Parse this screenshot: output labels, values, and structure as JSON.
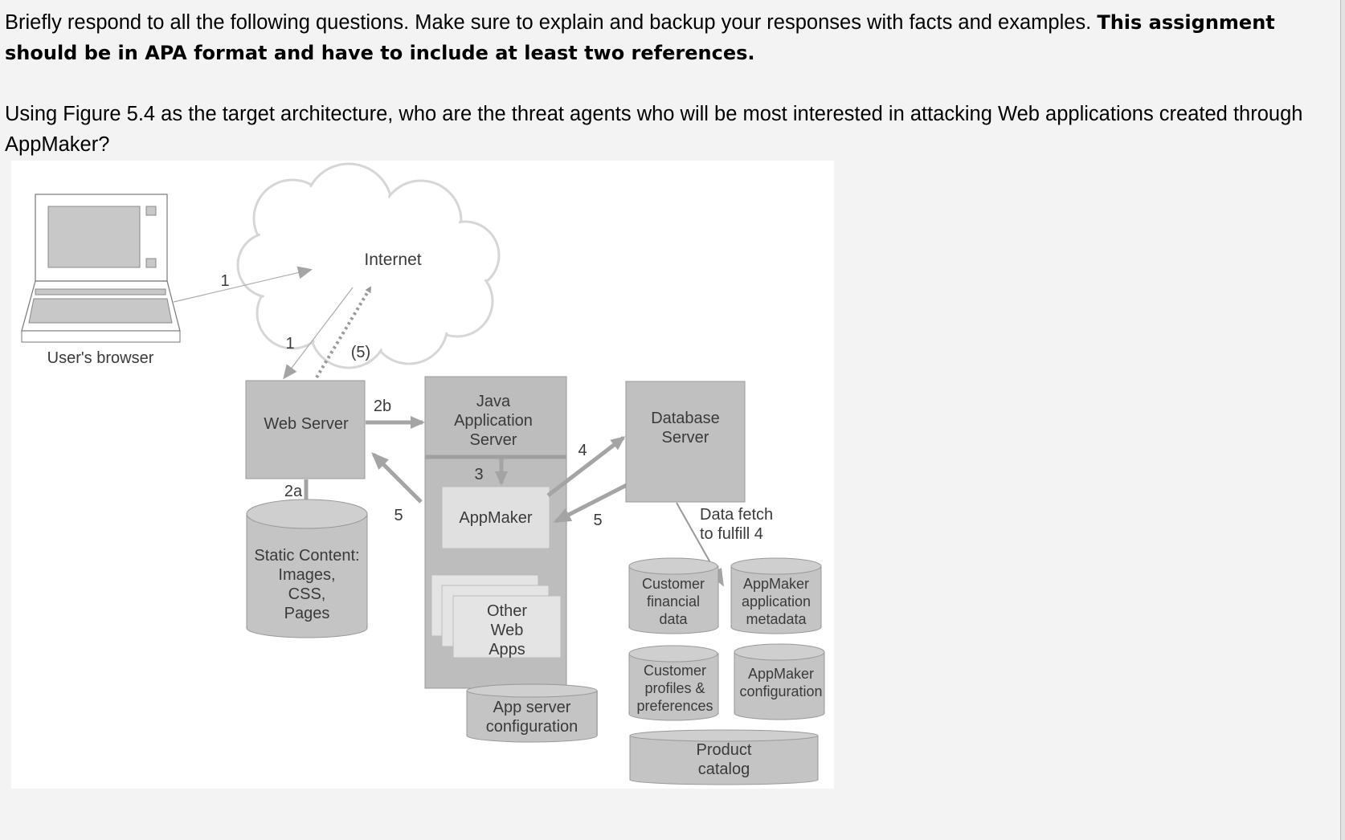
{
  "instructions": {
    "normal": "Briefly respond to all the following questions. Make sure to explain and backup your responses with facts and examples. ",
    "bold": "This assignment should be in APA format and have to include at least two references."
  },
  "question": "Using Figure 5.4 as the target architecture, who are the threat agents who will be most interested in attacking Web applications created through AppMaker?",
  "diagram": {
    "browser_label": "User's browser",
    "internet_label": "Internet",
    "web_server": "Web Server",
    "java_line1": "Java",
    "java_line2": "Application",
    "java_line3": "Server",
    "appmaker": "AppMaker",
    "other_line1": "Other",
    "other_line2": "Web",
    "other_line3": "Apps",
    "static_line1": "Static Content:",
    "static_line2": "Images,",
    "static_line3": "CSS,",
    "static_line4": "Pages",
    "appcfg_line1": "App server",
    "appcfg_line2": "configuration",
    "db_line1": "Database",
    "db_line2": "Server",
    "fetch_line1": "Data fetch",
    "fetch_line2": "to fulfill 4",
    "cust_fin_line1": "Customer",
    "cust_fin_line2": "financial",
    "cust_fin_line3": "data",
    "am_meta_line1": "AppMaker",
    "am_meta_line2": "application",
    "am_meta_line3": "metadata",
    "cust_prof_line1": "Customer",
    "cust_prof_line2": "profiles &",
    "cust_prof_line3": "preferences",
    "am_cfg_line1": "AppMaker",
    "am_cfg_line2": "configuration",
    "catalog_line1": "Product",
    "catalog_line2": "catalog",
    "step_1a": "1",
    "step_1b": "1",
    "step_5p": "(5)",
    "step_2b": "2b",
    "step_2a": "2a",
    "step_3": "3",
    "step_4": "4",
    "step_5a": "5",
    "step_5b": "5"
  }
}
